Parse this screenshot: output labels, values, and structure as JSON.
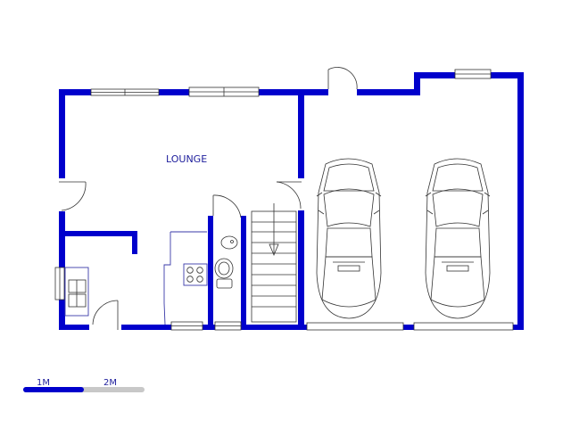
{
  "rooms": {
    "lounge": "LOUNGE"
  },
  "scale_bar": {
    "label_1": "1M",
    "label_2": "2M"
  },
  "colors": {
    "wall": "#0000cc",
    "line": "#333333",
    "fixture": "#3a3aa8",
    "scale_dark": "#0000cc",
    "scale_light": "#c8c8c8",
    "label": "#1d1d9c"
  },
  "icons": [
    "door-swing-icon",
    "window-icon",
    "car-icon",
    "stair-arrow-icon",
    "sink-icon",
    "stove-icon",
    "toilet-icon",
    "basin-icon"
  ]
}
